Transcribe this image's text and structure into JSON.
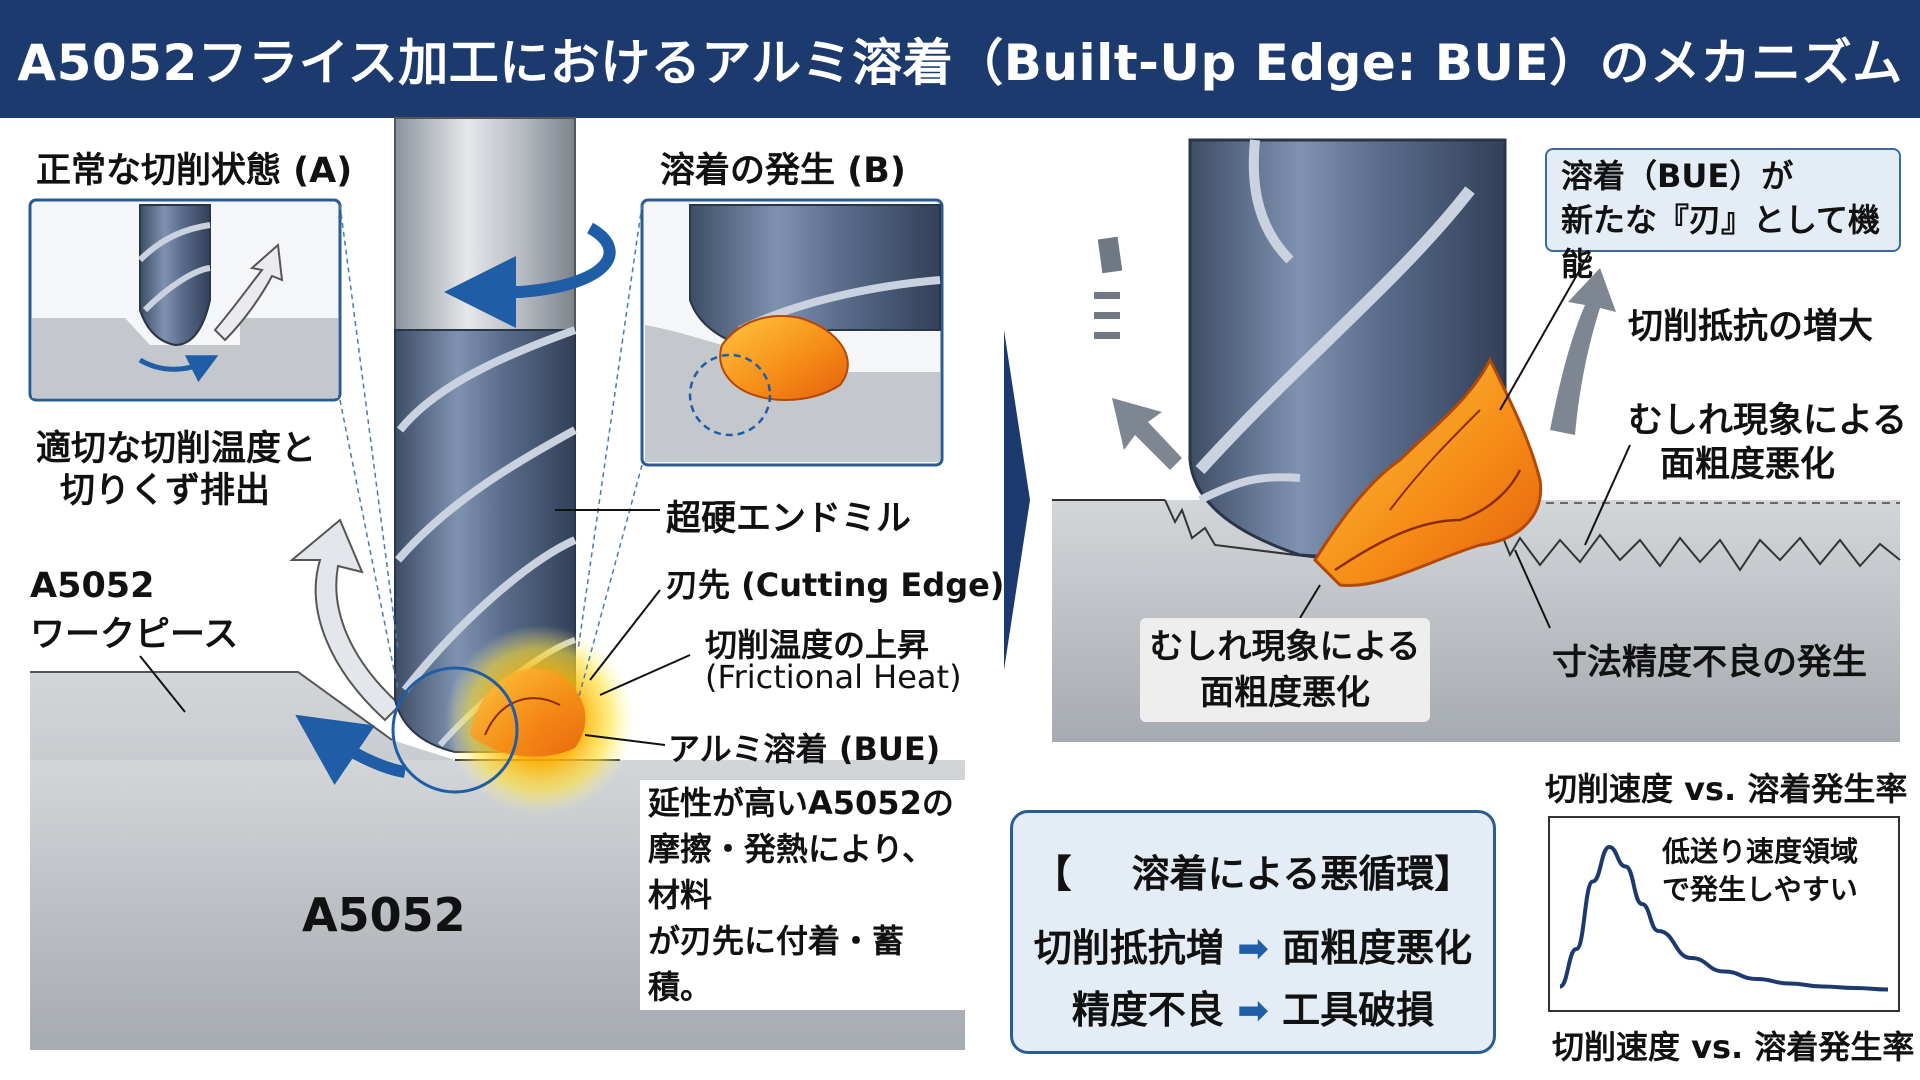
{
  "title": "A5052フライス加工におけるアルミ溶着（Built-Up Edge: BUE）のメカニズム",
  "colors": {
    "title_bg": "#1c3a6e",
    "tool_steel": "#56698a",
    "bue_orange": "#f39a1d",
    "heat_yellow": "#ffd600",
    "workpiece_gray": "#b4b8bd",
    "accent_blue": "#1f5da6",
    "callout_bg": "#e4edf6"
  },
  "left": {
    "normal_state_title": "正常な切削状態 (A)",
    "normal_state_caption_1": "適切な切削温度と",
    "normal_state_caption_2": "切りくず排出",
    "bue_onset_title": "溶着の発生 (B)",
    "workpiece_label_1": "A5052",
    "workpiece_label_2": "ワークピース",
    "material_label": "A5052",
    "tool_label": "超硬エンドミル",
    "edge_label": "刃先 (Cutting Edge)",
    "heat_label_1": "切削温度の上昇",
    "heat_label_2": "(Frictional Heat)",
    "bue_label": "アルミ溶着 (BUE)",
    "bue_explanation": [
      "延性が高いA5052の",
      "摩擦・発熱により、材料",
      "が刃先に付着・蓄積。"
    ]
  },
  "right": {
    "bue_function_callout": [
      "溶着（BUE）が",
      "新たな『刃』として機能"
    ],
    "cutting_force_label": "切削抵抗の増大",
    "tearing_right_1": "むしれ現象による",
    "tearing_right_2": "面粗度悪化",
    "tearing_left_1": "むしれ現象による",
    "tearing_left_2": "面粗度悪化",
    "dimension_error": "寸法精度不良の発生"
  },
  "vicious_cycle": {
    "title": "【",
    "title_text": "溶着による悪循環】",
    "warning_icon": "warning-triangle-icon",
    "row1_left": "切削抵抗増",
    "row1_right": "面粗度悪化",
    "row2_left": "精度不良",
    "row2_right": "工具破損",
    "arrow_glyph": "➡"
  },
  "chart_data": {
    "type": "line",
    "title": "切削速度 vs. 溶着発生率",
    "xlabel": "切削速度 vs. 溶着発生率",
    "annotation": [
      "低送り速度領域",
      "で発生しやすい"
    ],
    "grid": false,
    "x": [
      0,
      0.05,
      0.1,
      0.15,
      0.2,
      0.25,
      0.3,
      0.4,
      0.5,
      0.6,
      0.7,
      0.8,
      0.9,
      1.0
    ],
    "series": [
      {
        "values": [
          0.05,
          0.3,
          0.75,
          0.98,
          0.85,
          0.6,
          0.42,
          0.24,
          0.15,
          0.1,
          0.07,
          0.05,
          0.04,
          0.03
        ]
      }
    ]
  }
}
